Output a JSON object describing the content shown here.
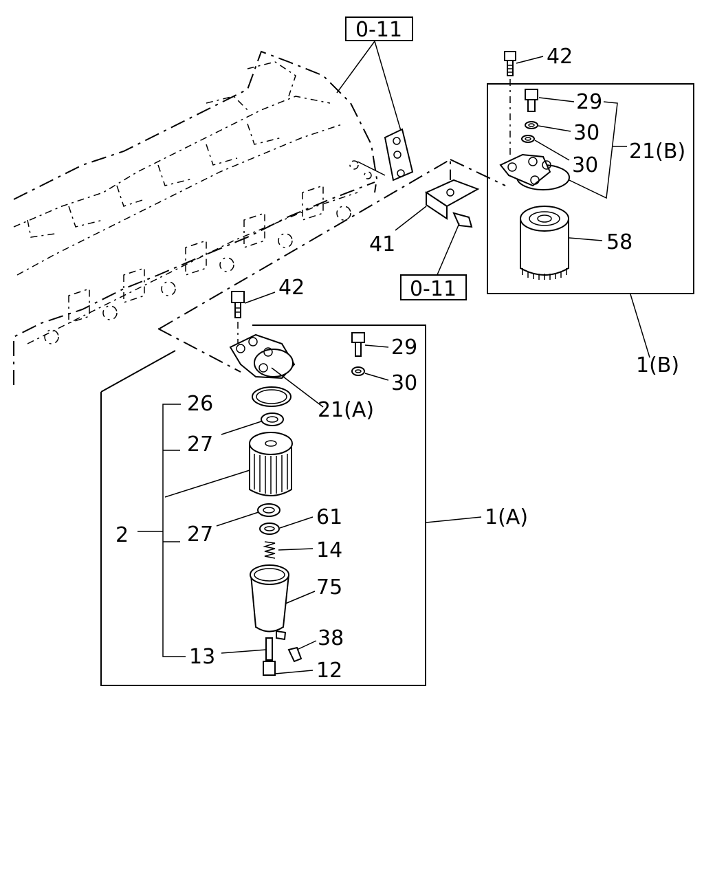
{
  "refs": {
    "ref_top": "0-11",
    "ref_mid": "0-11"
  },
  "callouts": {
    "c42_top": "42",
    "c29_top": "29",
    "c30_top_a": "30",
    "c30_top_b": "30",
    "c21b": "21(B)",
    "c58": "58",
    "c41": "41",
    "c1b": "1(B)",
    "c42_mid": "42",
    "c29_mid": "29",
    "c30_mid": "30",
    "c21a": "21(A)",
    "c26": "26",
    "c27_a": "27",
    "c2": "2",
    "c27_b": "27",
    "c61": "61",
    "c14": "14",
    "c75": "75",
    "c1a": "1(A)",
    "c38": "38",
    "c13": "13",
    "c12": "12"
  }
}
